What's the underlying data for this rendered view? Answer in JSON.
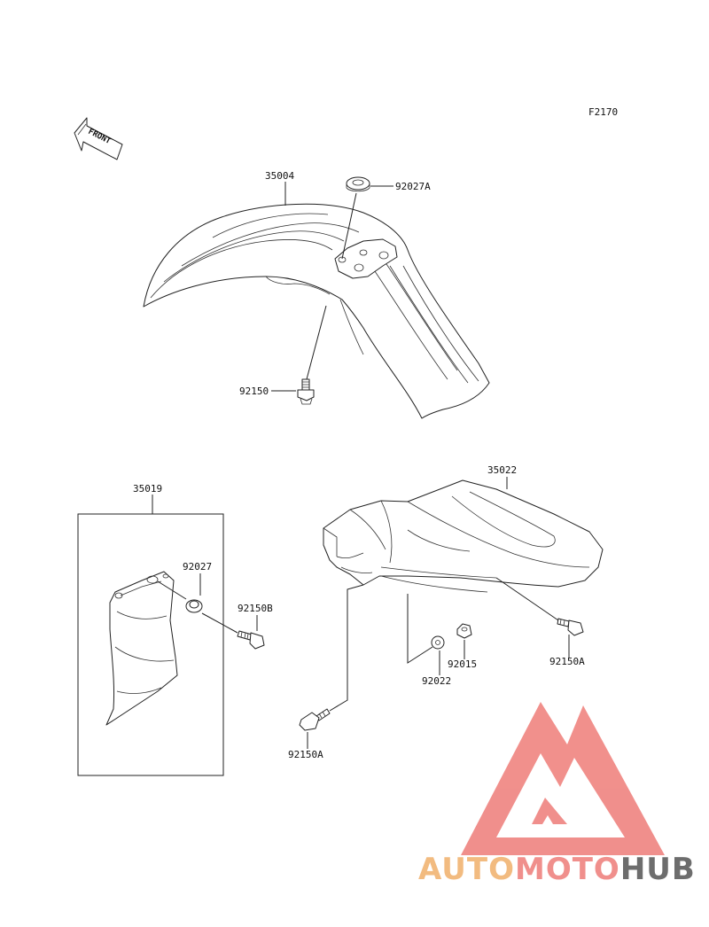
{
  "figure_code": "F2170",
  "front_arrow_text": "FRONT",
  "callouts": {
    "front_fender": "35004",
    "grommet": "92027A",
    "front_bolt": "92150",
    "fork_guard_set": "35019",
    "fork_guard_grommet": "92027",
    "fork_guard_bolt": "92150B",
    "rear_fender": "35022",
    "rear_bolt_right": "92150A",
    "rear_collar": "92015",
    "rear_washer": "92022",
    "rear_bolt_bottom": "92150A"
  },
  "watermark": {
    "word_part_1": "AUTO",
    "word_part_2": "MOTO",
    "word_part_3": "HUB",
    "colors": {
      "auto": "#f2b87a",
      "moto": "#f08a86",
      "hub": "#666666",
      "triangle": "#f08a86"
    }
  }
}
